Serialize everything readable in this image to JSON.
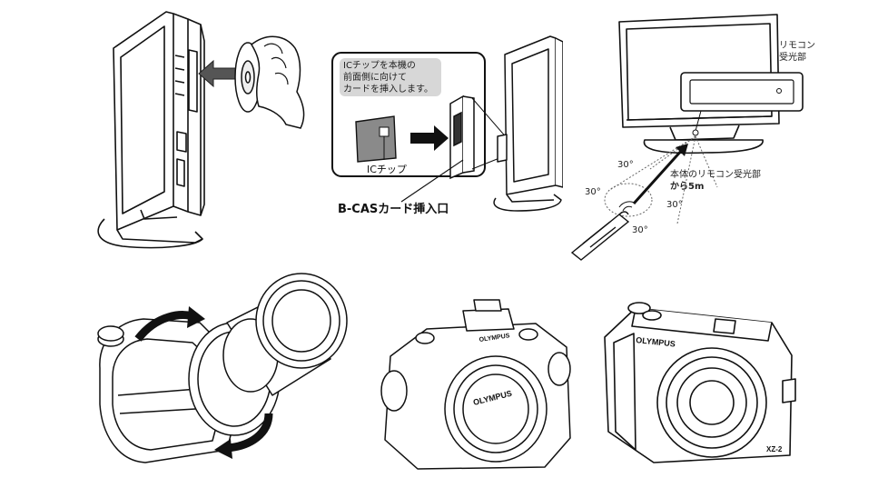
{
  "panels": {
    "disc_insert": {},
    "bcas": {
      "callout_lines": [
        "ICチップを本機の",
        "前面側に向けて",
        "カードを挿入します。"
      ],
      "chip_label": "ICチップ",
      "slot_label": "B-CASカード挿入口"
    },
    "remote": {
      "sensor_label_lines": [
        "リモコン",
        "受光部"
      ],
      "range_lines": [
        "本体のリモコン受光部",
        "から5m"
      ],
      "angles": {
        "top": "30°",
        "left": "30°",
        "right": "30°",
        "bottom": "30°"
      }
    },
    "housing_open": {},
    "housing_closed": {
      "brand_top": "OLYMPUS",
      "brand_port": "OLYMPUS"
    },
    "compact_camera": {
      "brand": "OLYMPUS",
      "model_badge": "XZ-2"
    }
  }
}
